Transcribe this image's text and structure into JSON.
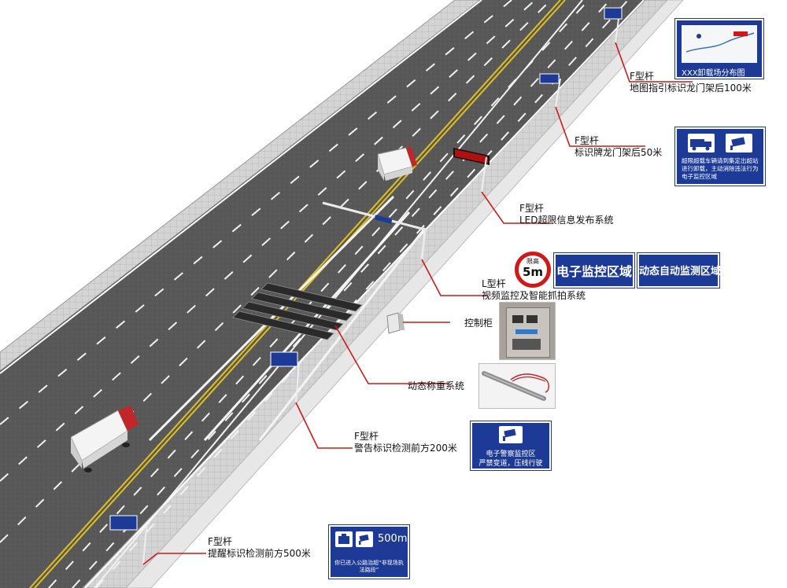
{
  "labels": {
    "map_pole": {
      "type": "F型杆",
      "desc": "地图指引标识龙门架后100米"
    },
    "sign_pole": {
      "type": "F型杆",
      "desc": "标识牌龙门架后50米"
    },
    "led_pole": {
      "type": "F型杆",
      "desc": "LED超限信息发布系统"
    },
    "camera_pole": {
      "type": "L型杆",
      "desc": "视频监控及智能抓拍系统"
    },
    "cabinet": "控制柜",
    "weighing": "动态称重系统",
    "warning_pole": {
      "type": "F型杆",
      "desc": "警告标识检测前方200米"
    },
    "reminder_pole": {
      "type": "F型杆",
      "desc": "提醒标识检测前方500米"
    }
  },
  "signs": {
    "map_title": "XXX卸载场分布图",
    "unloading_text": "超限超载车辆请到集定出超站进行卸载，主动消除违法行为电子监控区域",
    "height_limit_top": "限高",
    "height_limit_value": "5m",
    "electronic_monitoring": "电子监控区域",
    "auto_monitoring": "动态自动监测区域",
    "police_monitoring_line1": "电子警察监控区",
    "police_monitoring_line2": "严禁变道，压线行驶",
    "distance": "500m",
    "enter_notice": "你已进入公路治超“非现场执法路段”"
  },
  "colors": {
    "sign_blue": "#1d3b96",
    "road_gray": "#555555",
    "center_line": "#e0c020",
    "leader_red": "#d01818",
    "height_limit_red": "#d01818"
  }
}
